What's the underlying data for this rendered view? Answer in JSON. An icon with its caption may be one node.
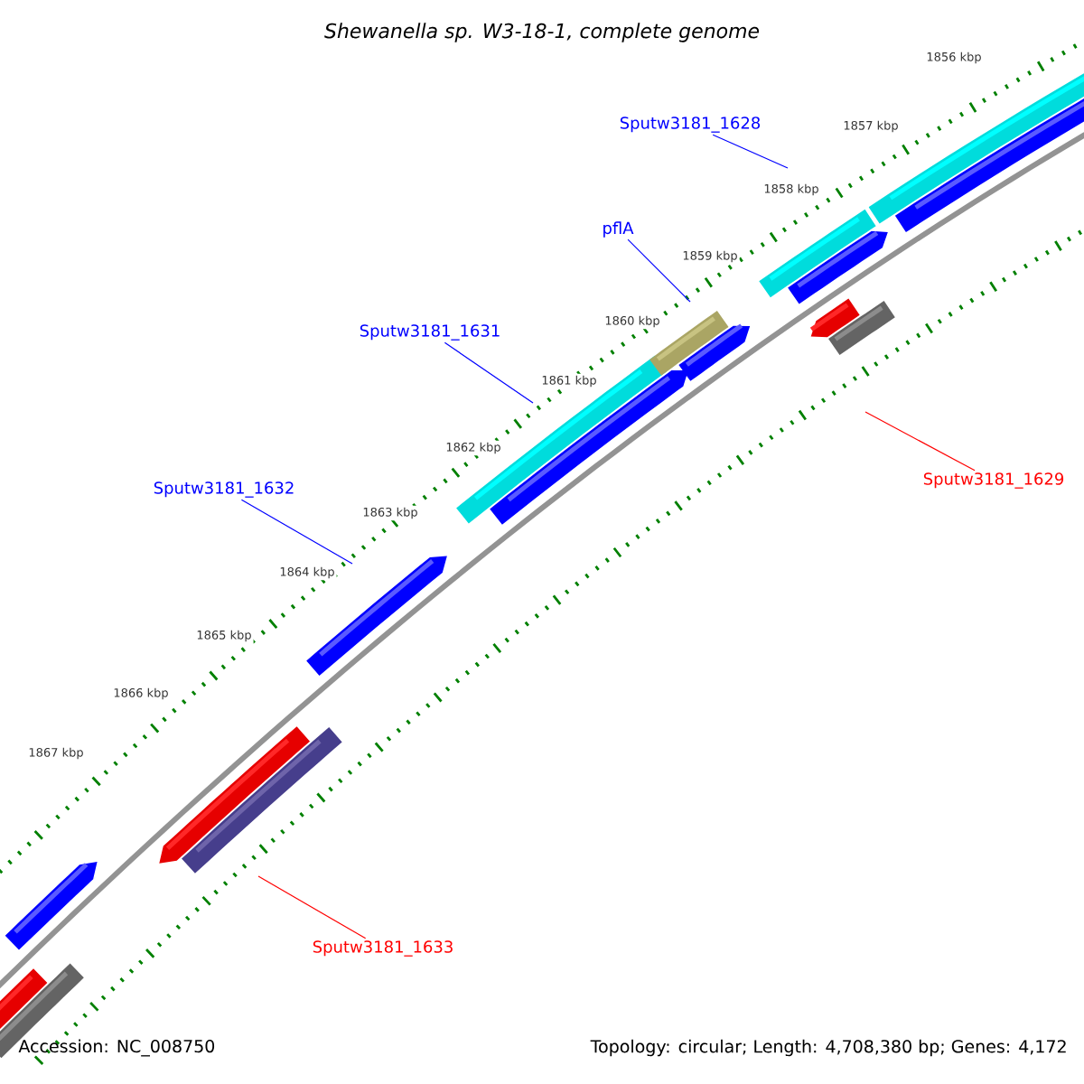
{
  "diagram": {
    "title": "*Shewanella sp. W3-18-1, complete genome*",
    "nodes": [
      {
        "text": [
          "Sputw3181_1628"
        ]
      },
      {
        "text": [
          "pflA"
        ]
      },
      {
        "text": [
          "Sputw3181_1631"
        ]
      },
      {
        "text": [
          "Sputw3181_1629"
        ]
      },
      {
        "text": [
          "Sputw3181_1632"
        ]
      },
      {
        "text": [
          "Sputw3181_1633"
        ]
      }
    ],
    "edges": [
      {
        "from": 0,
        "to": null,
        "arrow": "none"
      },
      {
        "from": 1,
        "to": null,
        "arrow": "none"
      },
      {
        "from": 2,
        "to": null,
        "arrow": "none",
        "color": "#0000ff"
      },
      {
        "from": 3,
        "to": null,
        "arrow": "none",
        "color": "#ff0000"
      },
      {
        "from": 4,
        "to": null,
        "arrow": "none"
      },
      {
        "from": 5,
        "to": null,
        "arrow": "none",
        "color": "#ff0000"
      }
    ],
    "labels": [
      "1856 kbp",
      "1857 kbp",
      "1858 kbp",
      "1859 kbp",
      "1860 kbp",
      "1861 kbp",
      "1862 kbp",
      "1863 kbp",
      "1864 kbp",
      "1865 kbp",
      "1866 kbp",
      "1867 kbp",
      "Accession: NC_008750",
      "Topology: circular; Length: 4,708,380 bp; Genes: 4,172"
    ]
  }
}
